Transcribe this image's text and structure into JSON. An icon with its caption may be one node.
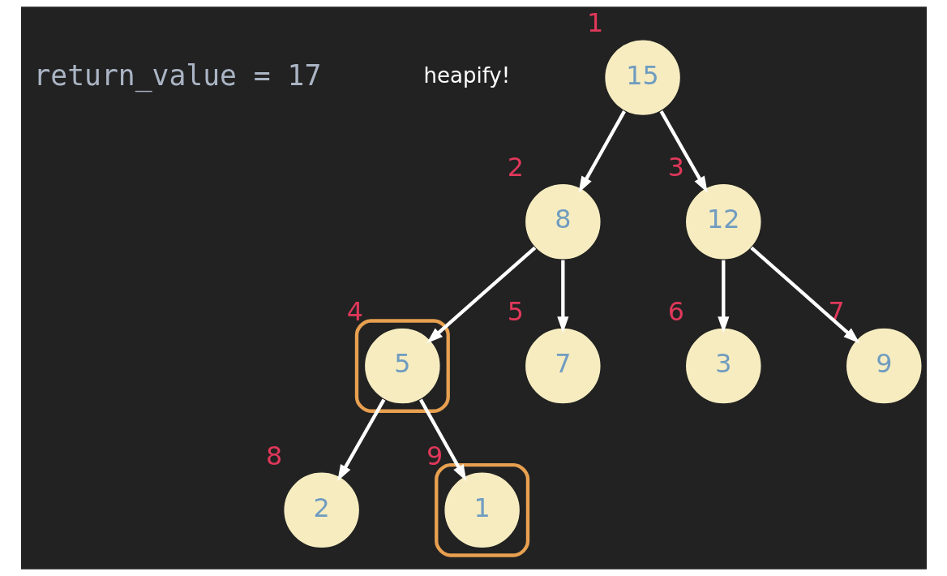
{
  "diagram": {
    "nodes": [
      {
        "text": [
          "15"
        ],
        "beside": [
          "1"
        ]
      },
      {
        "text": [
          "8"
        ],
        "beside": [
          "2"
        ]
      },
      {
        "text": [
          "12"
        ],
        "beside": [
          "3"
        ]
      },
      {
        "text": [],
        "shape": "box"
      },
      {
        "text": [
          "5"
        ],
        "beside": [
          "4"
        ],
        "in": 3
      },
      {
        "text": [
          "7"
        ],
        "beside": [
          "5"
        ]
      },
      {
        "text": [
          "3"
        ],
        "beside": [
          "6"
        ]
      },
      {
        "text": [
          "9"
        ],
        "beside": [
          "7"
        ]
      },
      {
        "text": [
          "2"
        ],
        "beside": [
          "8"
        ]
      },
      {
        "text": [],
        "shape": "box"
      },
      {
        "text": [
          "1"
        ],
        "beside": [
          "9"
        ],
        "in": 9
      }
    ],
    "edges": [
      {
        "from": 0,
        "to": 1,
        "arrow": "to"
      },
      {
        "from": 0,
        "to": 2,
        "arrow": "to"
      },
      {
        "from": 1,
        "to": 4,
        "arrow": "to"
      },
      {
        "from": 1,
        "to": 5,
        "arrow": "to"
      },
      {
        "from": 2,
        "to": 6,
        "arrow": "to"
      },
      {
        "from": 2,
        "to": 7,
        "arrow": "to"
      },
      {
        "from": 4,
        "to": 8,
        "arrow": "to"
      },
      {
        "from": 4,
        "to": 10,
        "arrow": "to"
      }
    ],
    "labels": [
      "return_value = 17",
      "heapify!"
    ]
  }
}
